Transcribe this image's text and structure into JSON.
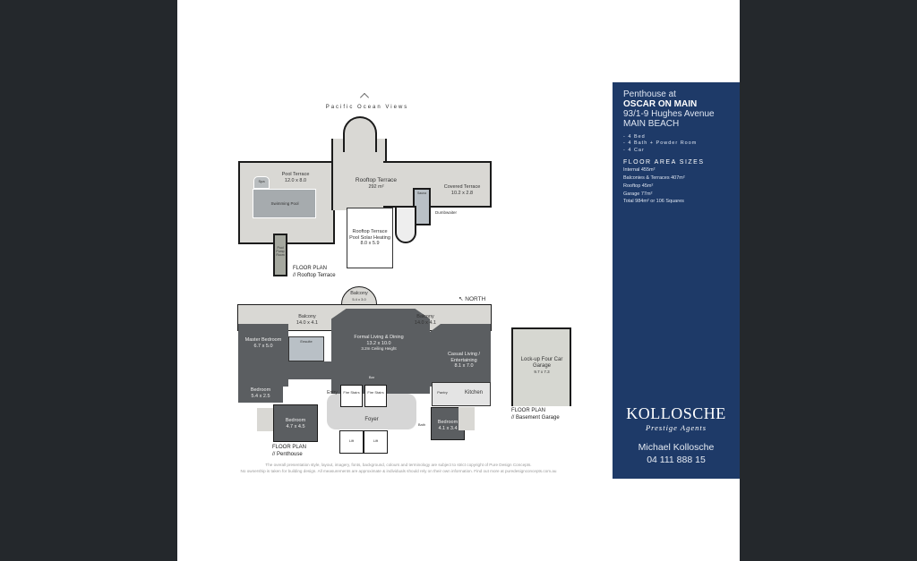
{
  "rooftop": {
    "view_label": "Pacific Ocean Views",
    "rooms": [
      {
        "name": "Pool Terrace",
        "size": "12.0 x 8.0"
      },
      {
        "name": "Spa",
        "size": ""
      },
      {
        "name": "Swimming Pool",
        "size": ""
      },
      {
        "name": "Rooftop Terrace",
        "size": "292 m²"
      },
      {
        "name": "Covered Terrace",
        "size": "10.2 x 2.8"
      },
      {
        "name": "Sauna",
        "size": ""
      },
      {
        "name": "Rooftop Terrace Pool Solar Heating",
        "size": "8.0 x 5.9"
      },
      {
        "name": "Pool Pump Room",
        "size": ""
      }
    ],
    "dumbwaiter": "Dumbwaiter",
    "caption_title": "FLOOR PLAN",
    "caption_sub": "// Rooftop Terrace"
  },
  "penthouse": {
    "north": "NORTH",
    "rooms": [
      {
        "name": "Balcony",
        "size": "5.4 x 3.0"
      },
      {
        "name": "Balcony",
        "size": "14.0 x 4.1"
      },
      {
        "name": "Balcony",
        "size": "14.0 x 4.1"
      },
      {
        "name": "Master Bedroom",
        "size": "6.7 x 5.0"
      },
      {
        "name": "Formal Living & Dining",
        "size": "13.2 x 10.0"
      },
      {
        "name": "Casual Living / Entertaining",
        "size": "8.1 x 7.0"
      },
      {
        "name": "Bedroom",
        "size": "5.4 x 2.5"
      },
      {
        "name": "Bedroom",
        "size": "4.7 x 4.5"
      },
      {
        "name": "Bedroom",
        "size": "4.1 x 3.4"
      },
      {
        "name": "Foyer",
        "size": ""
      },
      {
        "name": "Kitchen",
        "size": ""
      },
      {
        "name": "Ensuite",
        "size": ""
      },
      {
        "name": "Fire Stairs",
        "size": ""
      },
      {
        "name": "Fire Stairs",
        "size": ""
      },
      {
        "name": "Lift",
        "size": ""
      },
      {
        "name": "Lift",
        "size": ""
      },
      {
        "name": "Entry",
        "size": ""
      },
      {
        "name": "Pantry",
        "size": ""
      },
      {
        "name": "Bath",
        "size": ""
      },
      {
        "name": "Bar",
        "size": ""
      }
    ],
    "ceiling_note": "3.2m Ceiling Height",
    "caption_title": "FLOOR PLAN",
    "caption_sub": "// Penthouse"
  },
  "garage": {
    "name": "Lock-up Four Car Garage",
    "size": "9.7 x 7.3",
    "caption_title": "FLOOR PLAN",
    "caption_sub": "// Basement Garage"
  },
  "disclaimer": [
    "The overall presentation style, layout, imagery, fonts, background, colours and terminology are subject to strict copyright of Pure Design Concepts.",
    "No ownership is taken for building design. All measurements are approximate & individuals should rely on their own information. Find out more at puredesignconcepts.com.au"
  ],
  "panel": {
    "line1": "Penthouse at",
    "line2": "OSCAR ON MAIN",
    "line3": "93/1-9 Hughes Avenue",
    "line4": "MAIN BEACH",
    "features": [
      "- 4 Bed",
      "- 4 Bath + Powder Room",
      "- 4 Car"
    ],
    "area_title": "FLOOR AREA SIZES",
    "areas": [
      "Internal 455m²",
      "Balconies & Terraces 407m²",
      "Rooftop 45m²",
      "Garage 77m²",
      "Total 984m² or 106 Squares"
    ],
    "brand": "KOLLOSCHE",
    "brand_sub": "Prestige Agents",
    "agent": "Michael Kollosche",
    "phone": "04 111 888 15",
    "color": "#1e3a68"
  }
}
